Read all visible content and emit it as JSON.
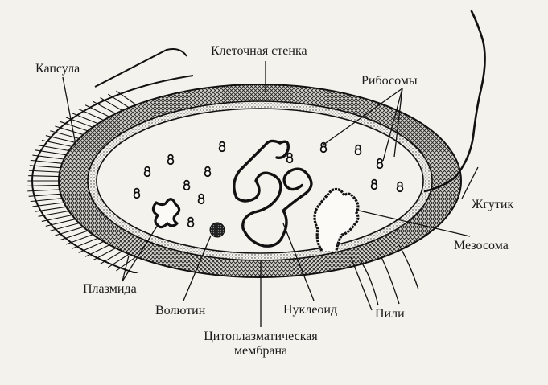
{
  "labels": {
    "capsule": "Капсула",
    "cell_wall": "Клеточная стенка",
    "ribosomes": "Рибосомы",
    "flagellum": "Жгутик",
    "mesosome": "Мезосома",
    "pili": "Пили",
    "nucleoid": "Нуклеоид",
    "cytoplasmic_membrane_line1": "Цитоплазматическая",
    "cytoplasmic_membrane_line2": "мембрана",
    "volutin": "Волютин",
    "plasmid": "Плазмида"
  }
}
